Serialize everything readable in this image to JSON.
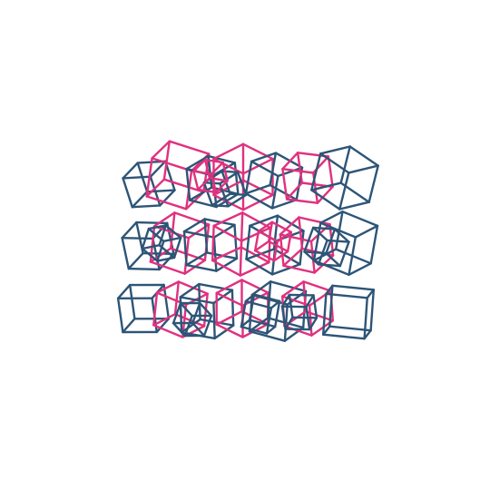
{
  "colors": {
    "background": "#ffffff",
    "blue": "#2d5577",
    "pink": "#e0317e"
  },
  "cube_counts": {
    "blue": 18,
    "pink": 11,
    "rows": 3
  }
}
